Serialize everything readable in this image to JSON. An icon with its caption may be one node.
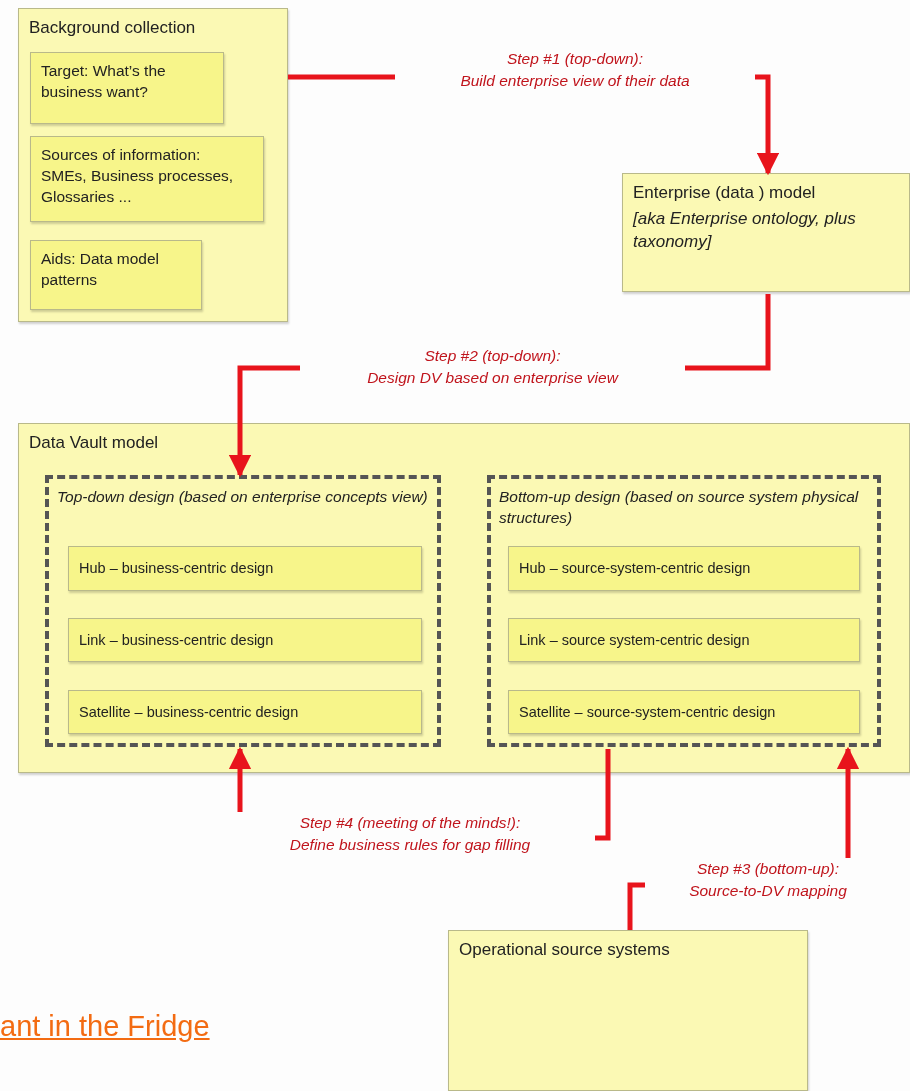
{
  "diagram": {
    "nodes": [
      {
        "text": [
          "Background collection"
        ]
      },
      {
        "text": [
          "Target: What’s the business want?"
        ],
        "in": 0
      },
      {
        "text": [
          "Sources of information: SMEs, Business processes, Glossaries ..."
        ],
        "in": 0
      },
      {
        "text": [
          "Aids: Data model patterns"
        ],
        "in": 0
      },
      {
        "text": [
          "Enterprise (data ) model",
          "[aka Enterprise ontology, plus taxonomy]"
        ]
      },
      {
        "text": [
          "Data Vault model"
        ]
      },
      {
        "text": [
          "Top-down design (based on enterprise concepts view)"
        ],
        "in": 5
      },
      {
        "text": [
          "Hub – business-centric design"
        ],
        "in": 6
      },
      {
        "text": [
          "Link – business-centric design"
        ],
        "in": 6
      },
      {
        "text": [
          "Satellite – business-centric design"
        ],
        "in": 6
      },
      {
        "text": [
          "Bottom-up design (based on source system physical structures)"
        ],
        "in": 5
      },
      {
        "text": [
          "Hub – source-system-centric design"
        ],
        "in": 10
      },
      {
        "text": [
          "Link – source system-centric design"
        ],
        "in": 10
      },
      {
        "text": [
          "Satellite – source-system-centric design"
        ],
        "in": 10
      },
      {
        "text": [
          "Operational source systems"
        ]
      }
    ],
    "edges": [
      {
        "from": 0,
        "to": 4,
        "arrow": "to",
        "label": "Step #1 (top-down): Build enterprise view of their data"
      },
      {
        "from": 4,
        "to": 6,
        "arrow": "to",
        "label": "Step #2 (top-down): Design DV based on enterprise view"
      },
      {
        "from": 14,
        "to": 10,
        "arrow": "to",
        "label": "Step #3 (bottom-up): Source-to-DV mapping"
      },
      {
        "from": 10,
        "to": 6,
        "arrow": "to",
        "label": "Step #4 (meeting of the minds!): Define business rules for gap filling"
      }
    ],
    "labels": [
      "ant in the Fridge"
    ]
  }
}
